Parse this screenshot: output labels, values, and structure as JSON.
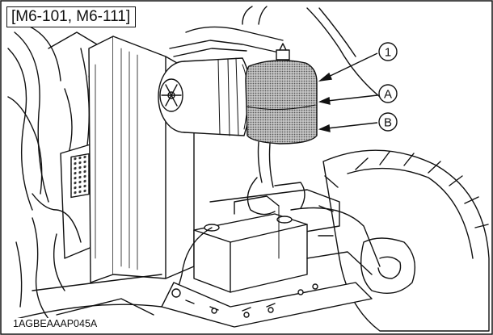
{
  "header": {
    "model_label": "[M6-101, M6-111]"
  },
  "footer": {
    "figure_code": "1AGBEAAAP045A"
  },
  "callouts": [
    {
      "id": "c1",
      "text": "1"
    },
    {
      "id": "cA",
      "text": "A"
    },
    {
      "id": "cB",
      "text": "B"
    }
  ],
  "colors": {
    "line": "#111111",
    "background": "#ffffff",
    "tank_fill": "#9a9a9a"
  }
}
